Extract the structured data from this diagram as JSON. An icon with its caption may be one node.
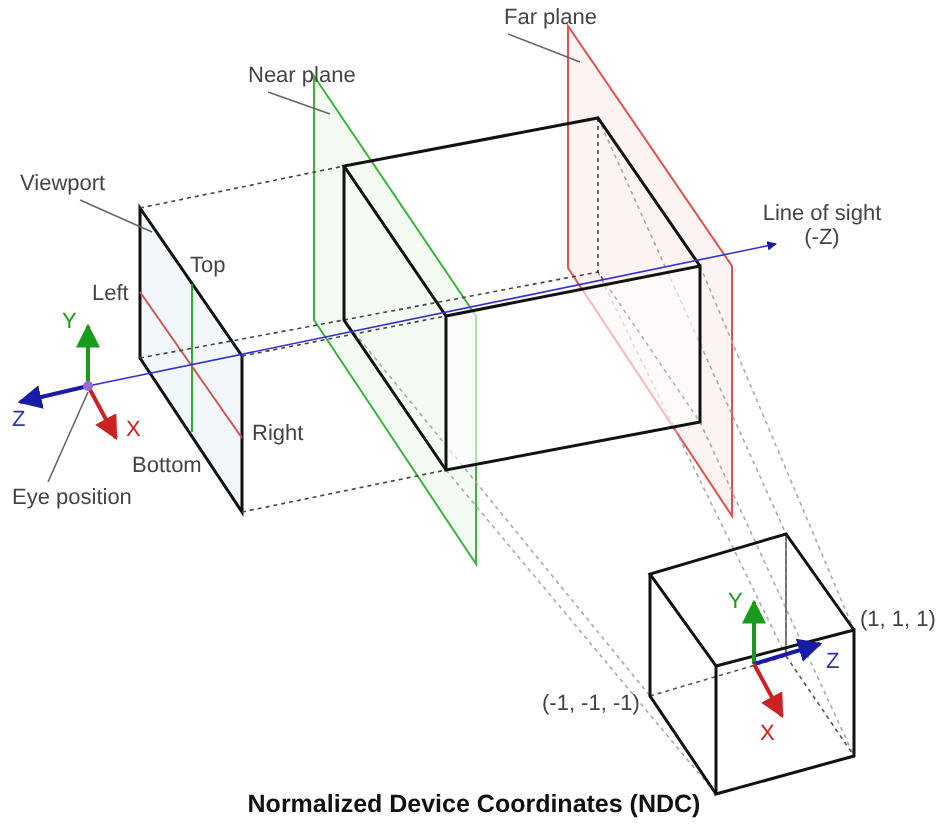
{
  "diagram": {
    "caption": "Normalized Device Coordinates (NDC)",
    "nodes": [
      {
        "text": [
          "Viewport"
        ]
      },
      {
        "text": [],
        "shape": "box"
      },
      {
        "text": [
          "Near plane"
        ]
      },
      {
        "text": [],
        "shape": "box"
      },
      {
        "text": [
          "Far plane"
        ]
      },
      {
        "text": [],
        "shape": "box"
      },
      {
        "text": [
          "Eye position"
        ]
      },
      {
        "text": [],
        "shape": "circle"
      }
    ],
    "edges": [
      {
        "from": 0,
        "to": 1,
        "arrow": "none"
      },
      {
        "from": 2,
        "to": 3,
        "arrow": "none"
      },
      {
        "from": 4,
        "to": 5,
        "arrow": "none"
      },
      {
        "from": 6,
        "to": 7,
        "arrow": "none"
      }
    ],
    "labels": [
      "Left",
      "Top",
      "Right",
      "Bottom",
      "Y",
      "Z",
      "X",
      "Line of sight (-Z)",
      "Y",
      "Z",
      "X",
      "(1, 1, 1)",
      "(-1, -1, -1)"
    ]
  }
}
